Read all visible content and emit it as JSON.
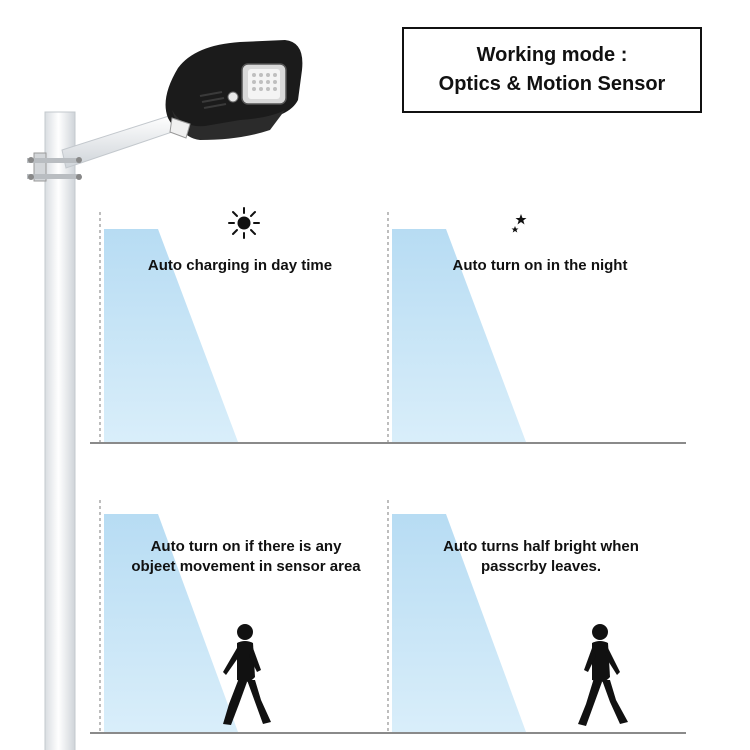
{
  "title": {
    "line1": "Working mode :",
    "line2": "Optics & Motion Sensor"
  },
  "panels": [
    {
      "caption": [
        "Auto charging in day time"
      ],
      "icon": "sun-icon"
    },
    {
      "caption": [
        "Auto turn on in the night"
      ],
      "icon": "moon-stars-icon"
    },
    {
      "caption": [
        "Auto turn on if there is any",
        "objeet movement in sensor area"
      ],
      "icon": "walking-person-icon"
    },
    {
      "caption": [
        "Auto turns half bright when",
        "passcrby leaves."
      ],
      "icon": "walking-person-icon"
    }
  ],
  "colors": {
    "light_beam": "#a9d4f0",
    "lamp_body": "#1b1b1b",
    "pole": "#eef0f2",
    "ground_line": "#8a8a8a"
  }
}
